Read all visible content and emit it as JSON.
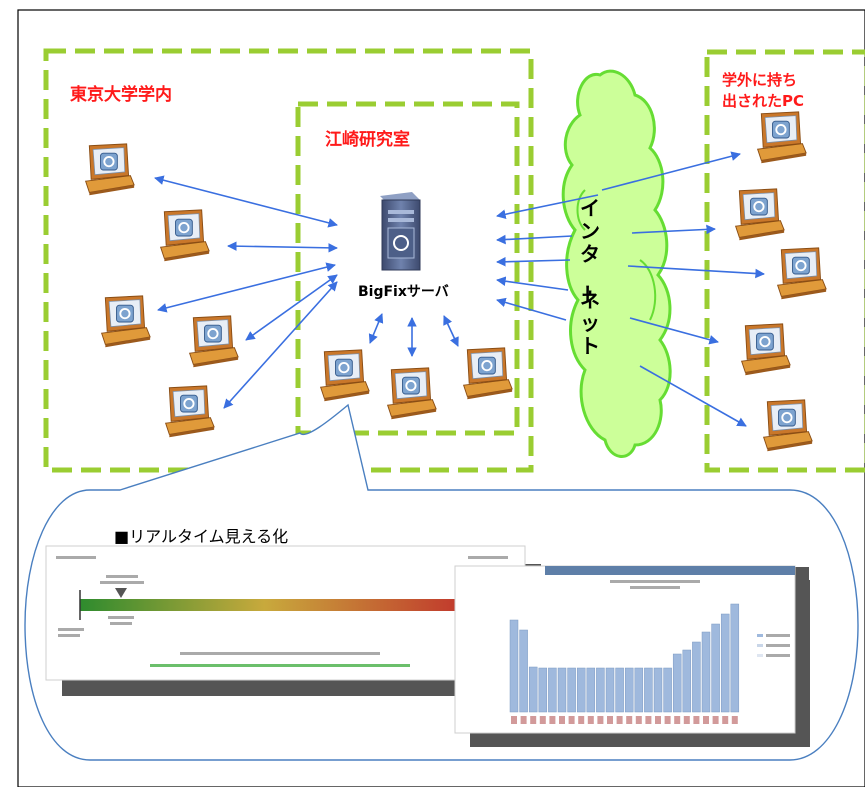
{
  "zones": {
    "campus": "東京大学学内",
    "lab": "江崎研究室",
    "external_line1": "学外に持ち",
    "external_line2": "出されたPC"
  },
  "server_label": "BigFixサーバ",
  "cloud_label": "インターネット",
  "visualization": {
    "title": "■リアルタイム見える化"
  },
  "colors": {
    "zone_border": "#9acd32",
    "zone_text": "#ff1a1a",
    "arrow": "#3a6fe0",
    "cloud_fill": "#ccff99",
    "cloud_stroke": "#66dd33",
    "bubble": "#4a7fc0",
    "laptop_body": "#d98c2a",
    "server_body": "#5b6d96",
    "chart_bar": "#9fb9dd",
    "chart_header": "#5e7fa8"
  },
  "icons": [
    "laptop-icon",
    "server-icon",
    "cloud-shape"
  ]
}
